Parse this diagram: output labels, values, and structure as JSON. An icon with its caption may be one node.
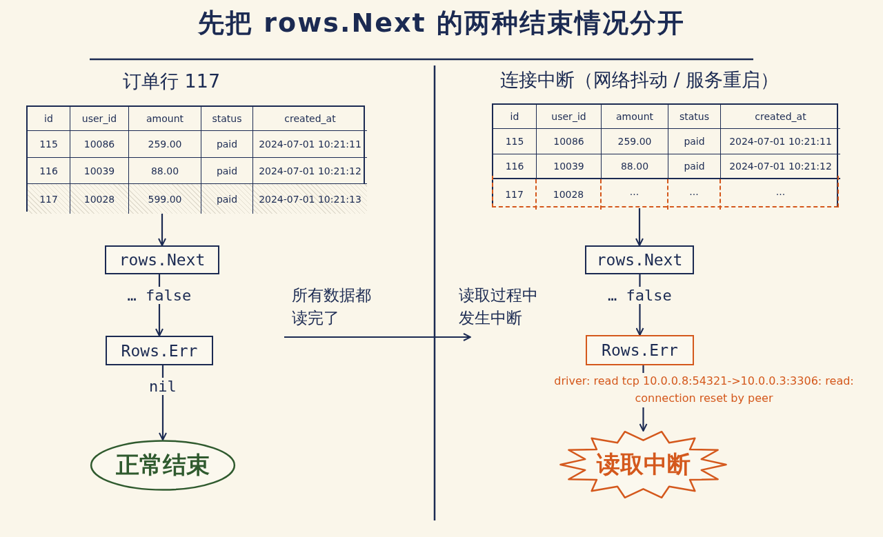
{
  "diagram": {
    "title": "先把 rows.Next 的两种结束情况分开",
    "nodes": [
      {
        "text": [
          "订单行 117",
          "id",
          "user_id",
          "amount",
          "status",
          "created_at",
          "115",
          "10086",
          "259.00",
          "paid",
          "2024-07-01 10:21:11",
          "116",
          "10039",
          "88.00",
          "paid",
          "2024-07-01 10:21:12",
          "117",
          "10028",
          "599.00",
          "paid",
          "2024-07-01 10:21:13"
        ]
      },
      {
        "text": [
          "rows.Next"
        ]
      },
      {
        "text": [
          "Rows.Err"
        ]
      },
      {
        "text": [
          "正常结束"
        ]
      },
      {
        "text": [
          "连接中断（网络抖动 / 服务重启）",
          "id",
          "user_id",
          "amount",
          "status",
          "created_at",
          "115",
          "10086",
          "259.00",
          "paid",
          "2024-07-01 10:21:11",
          "116",
          "10039",
          "88.00",
          "paid",
          "2024-07-01 10:21:12",
          "117",
          "10028",
          "···",
          "···",
          "···"
        ]
      },
      {
        "text": [
          "rows.Next"
        ]
      },
      {
        "text": [
          "Rows.Err"
        ]
      },
      {
        "text": [
          "读取中断"
        ]
      }
    ],
    "edges": [
      {
        "from": 0,
        "to": 1,
        "arrow": "to"
      },
      {
        "from": 1,
        "to": 2,
        "arrow": "to",
        "label": "… false"
      },
      {
        "from": 2,
        "to": 3,
        "arrow": "to",
        "label": "nil"
      },
      {
        "from": 4,
        "to": 5,
        "arrow": "to"
      },
      {
        "from": 5,
        "to": 6,
        "arrow": "to",
        "label": "… false"
      },
      {
        "from": 6,
        "to": 7,
        "arrow": "to",
        "label": "driver: read tcp 10.0.0.8:54321->10.0.0.3:3306: read: connection reset by peer"
      }
    ],
    "labels": [
      "所有数据都读完了",
      "读取过程中发生中断"
    ]
  }
}
